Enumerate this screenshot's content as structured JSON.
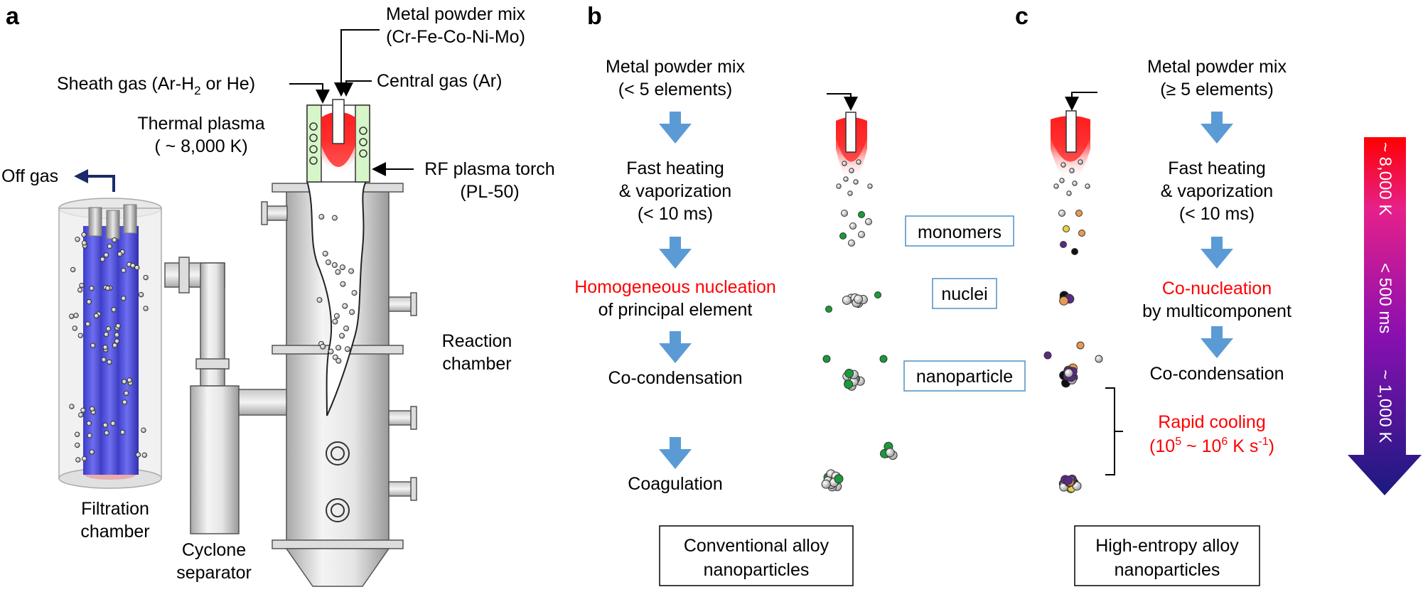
{
  "panels": {
    "a": "a",
    "b": "b",
    "c": "c"
  },
  "panel_a": {
    "powder_l1": "Metal powder mix",
    "powder_l2": "(Cr-Fe-Co-Ni-Mo)",
    "sheath_pre": "Sheath gas (Ar-H",
    "sheath_sub": "2",
    "sheath_post": " or He)",
    "central_gas": "Central gas (Ar)",
    "plasma_l1": "Thermal plasma",
    "plasma_l2": "( ~ 8,000 K)",
    "off_gas": "Off gas",
    "torch_l1": "RF plasma torch",
    "torch_l2": "(PL-50)",
    "reaction_l1": "Reaction",
    "reaction_l2": "chamber",
    "filtration_l1": "Filtration",
    "filtration_l2": "chamber",
    "cyclone_l1": "Cyclone",
    "cyclone_l2": "separator"
  },
  "panel_b": {
    "powder_l1": "Metal powder mix",
    "powder_l2": "(< 5 elements)",
    "heat_l1": "Fast heating",
    "heat_l2": "& vaporization",
    "heat_l3": "(< 10 ms)",
    "nucleation": "Homogeneous nucleation",
    "nucleation_l2": "of principal element",
    "cocondensation": "Co-condensation",
    "coagulation": "Coagulation",
    "box_l1": "Conventional alloy",
    "box_l2": "nanoparticles"
  },
  "stage_labels": {
    "monomers": "monomers",
    "nuclei": "nuclei",
    "nanoparticle": "nanoparticle"
  },
  "panel_c": {
    "powder_l1": "Metal powder mix",
    "powder_l2": "(≥ 5 elements)",
    "heat_l1": "Fast heating",
    "heat_l2": "& vaporization",
    "heat_l3": "(< 10 ms)",
    "nucleation": "Co-nucleation",
    "nucleation_l2": "by multicomponent",
    "cocondensation": "Co-condensation",
    "cooling_l1": "Rapid cooling",
    "cooling_pre": "(10",
    "cooling_sup1": "5",
    "cooling_mid": " ~ 10",
    "cooling_sup2": "6",
    "cooling_post": " K s",
    "cooling_sup3": "-1",
    "cooling_close": ")",
    "box_l1": "High-entropy alloy",
    "box_l2": "nanoparticles"
  },
  "gradient_arrow": {
    "t1": "~ 8,000 K",
    "t2": "< 500 ms",
    "t3": "~ 1,000 K"
  },
  "colors": {
    "flow_arrow": "#5b9bd5",
    "label_box": "#4a90c8",
    "chamber_blue": "#5656e6",
    "torch_green": "#d6f5c8",
    "plasma_red": "#ff2020",
    "highlight_text": "#ff0000",
    "off_gas_arrow": "#1a2a6c",
    "element_green": "#1a9a3a",
    "element_purple": "#5b2a86",
    "element_yellow": "#e8d23a",
    "element_orange": "#e89a50",
    "element_black": "#111111",
    "element_grey": "#bbbbbb"
  }
}
